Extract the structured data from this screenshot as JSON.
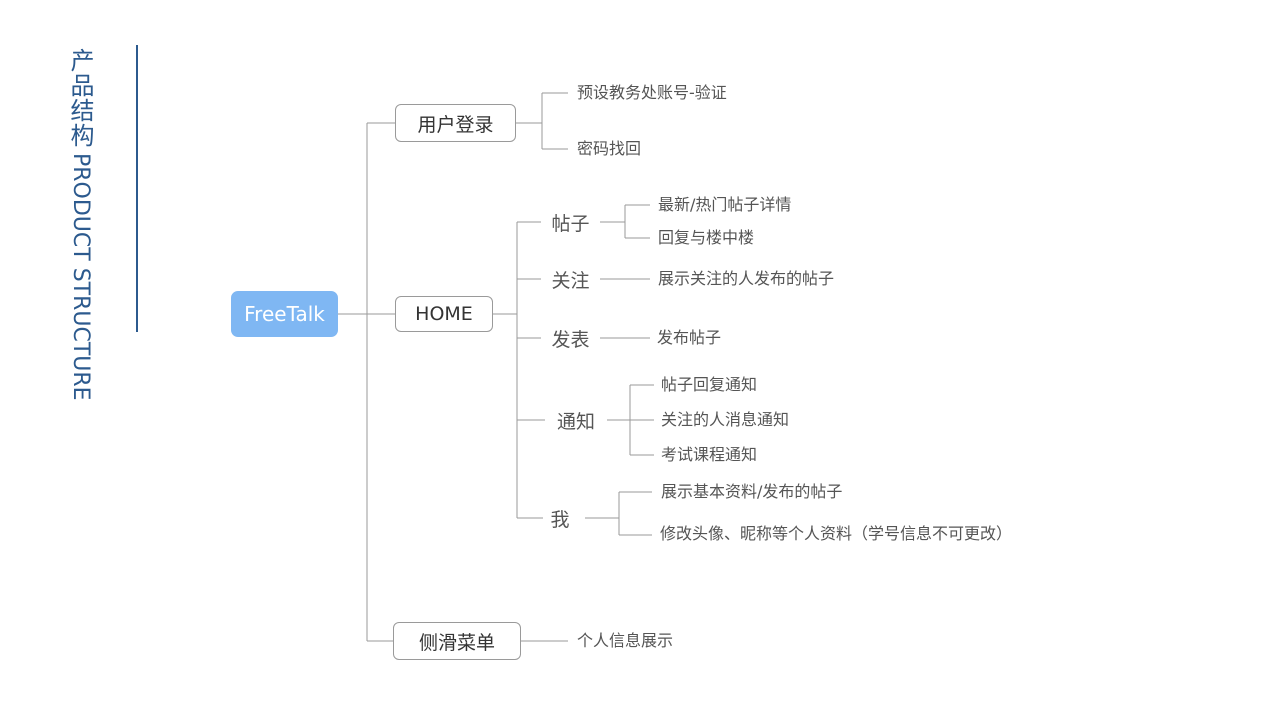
{
  "side": {
    "title_zh": "产品结构",
    "title_en": "PRODUCT STRUCTURE"
  },
  "root": {
    "label": "FreeTalk"
  },
  "login": {
    "label": "用户登录",
    "leaf_1": "预设教务处账号-验证",
    "leaf_2": "密码找回"
  },
  "home": {
    "label": "HOME",
    "posts": {
      "label": "帖子",
      "leaf_1": "最新/热门帖子详情",
      "leaf_2": "回复与楼中楼"
    },
    "follow": {
      "label": "关注",
      "leaf_1": "展示关注的人发布的帖子"
    },
    "publish": {
      "label": "发表",
      "leaf_1": "发布帖子"
    },
    "notify": {
      "label": "通知",
      "leaf_1": "帖子回复通知",
      "leaf_2": "关注的人消息通知",
      "leaf_3": "考试课程通知"
    },
    "me": {
      "label": "我",
      "leaf_1": "展示基本资料/发布的帖子",
      "leaf_2": "修改头像、昵称等个人资料（学号信息不可更改）"
    }
  },
  "sidemenu": {
    "label": "侧滑菜单",
    "leaf_1": "个人信息展示"
  },
  "colors": {
    "accent": "#2c5a8e",
    "root_fill": "#7fb7f3",
    "line": "#9a9a9a"
  }
}
